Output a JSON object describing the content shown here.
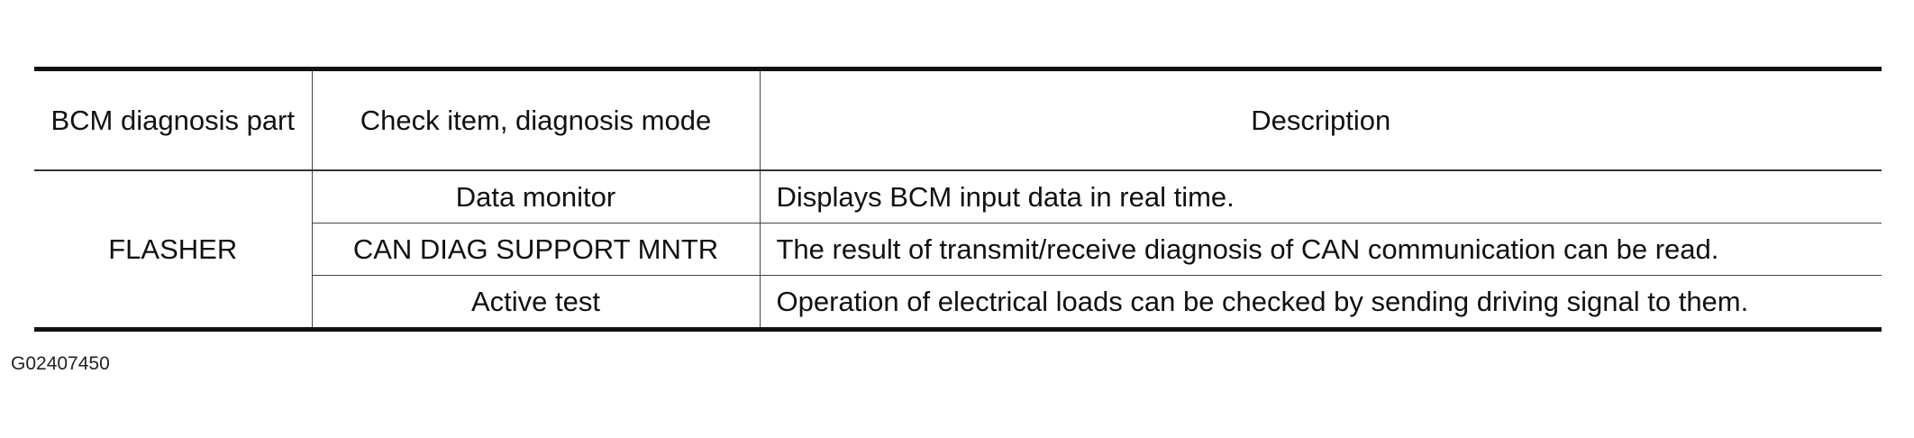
{
  "table": {
    "headers": [
      "BCM diagnosis part",
      "Check item, diagnosis mode",
      "Description"
    ],
    "part": "FLASHER",
    "rows": [
      {
        "mode": "Data monitor",
        "description": "Displays BCM input data in real time."
      },
      {
        "mode": "CAN DIAG SUPPORT MNTR",
        "description": "The result of transmit/receive diagnosis of CAN communication can be read."
      },
      {
        "mode": "Active test",
        "description": "Operation of electrical loads can be checked by sending driving signal to them."
      }
    ]
  },
  "figure_id": "G02407450"
}
